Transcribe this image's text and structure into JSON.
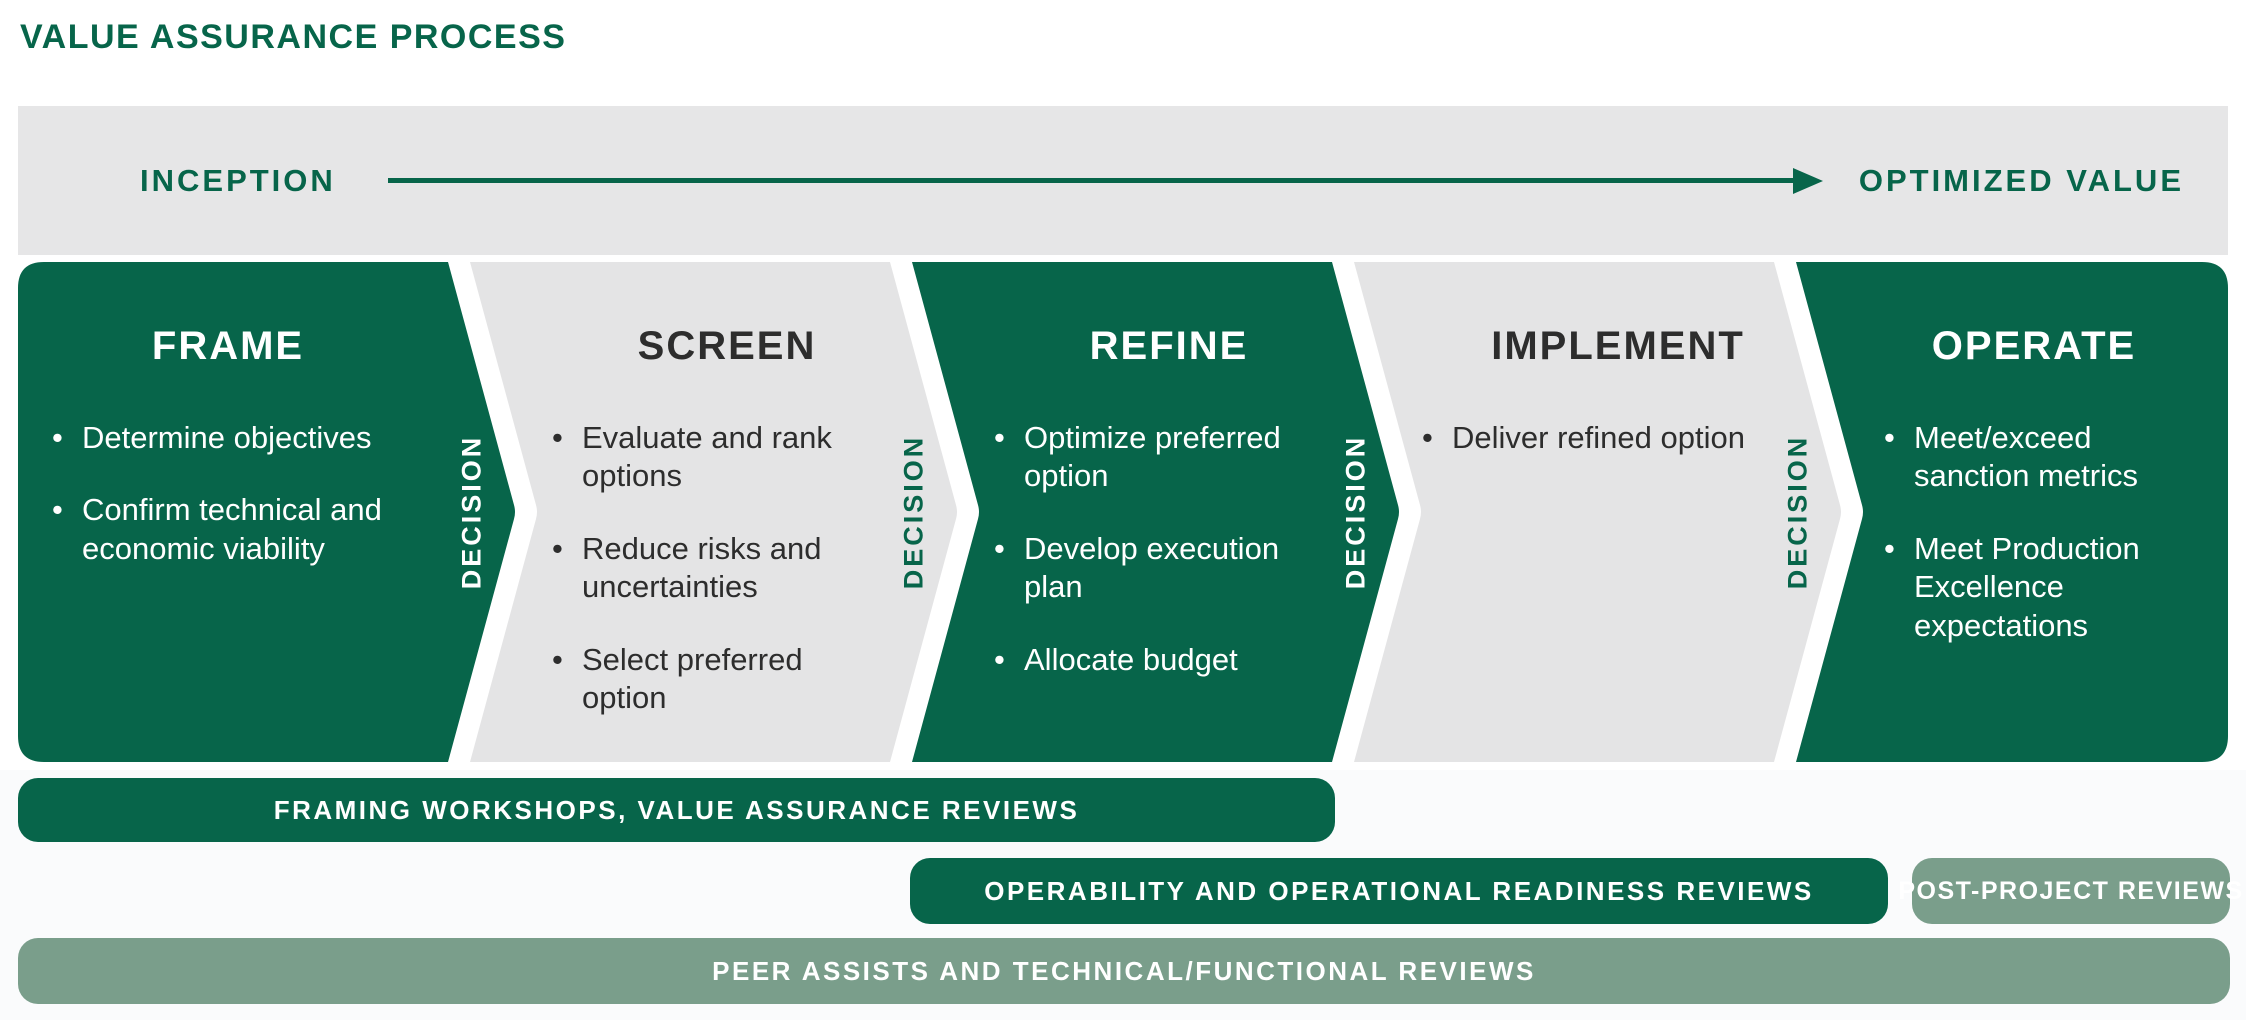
{
  "title": "VALUE ASSURANCE PROCESS",
  "banner": {
    "start_label": "INCEPTION",
    "end_label": "OPTIMIZED VALUE"
  },
  "decision": {
    "label": "DECISION"
  },
  "bullet_glyph": "•",
  "stages": [
    {
      "name": "FRAME",
      "theme": "green",
      "bullets": [
        "Determine objectives",
        "Confirm technical and\neconomic viability"
      ]
    },
    {
      "name": "SCREEN",
      "theme": "gray",
      "bullets": [
        "Evaluate and rank\noptions",
        "Reduce risks and\nuncertainties",
        "Select preferred\noption"
      ]
    },
    {
      "name": "REFINE",
      "theme": "green",
      "bullets": [
        "Optimize preferred\noption",
        "Develop execution\nplan",
        "Allocate budget"
      ]
    },
    {
      "name": "IMPLEMENT",
      "theme": "gray",
      "bullets": [
        "Deliver refined option"
      ]
    },
    {
      "name": "OPERATE",
      "theme": "green",
      "bullets": [
        "Meet/exceed\nsanction metrics",
        "Meet Production\nExcellence\nexpectations"
      ]
    }
  ],
  "review_bars": [
    {
      "label": "FRAMING WORKSHOPS, VALUE ASSURANCE REVIEWS"
    },
    {
      "label": "OPERABILITY AND OPERATIONAL READINESS REVIEWS"
    },
    {
      "label": "POST-PROJECT REVIEWS"
    },
    {
      "label": "PEER ASSISTS AND TECHNICAL/FUNCTIONAL REVIEWS"
    }
  ],
  "colors": {
    "dark_green": "#07654a",
    "sage_green": "#7a9e8b",
    "light_gray": "#e4e4e5",
    "dark_text": "#2d2d2d"
  }
}
